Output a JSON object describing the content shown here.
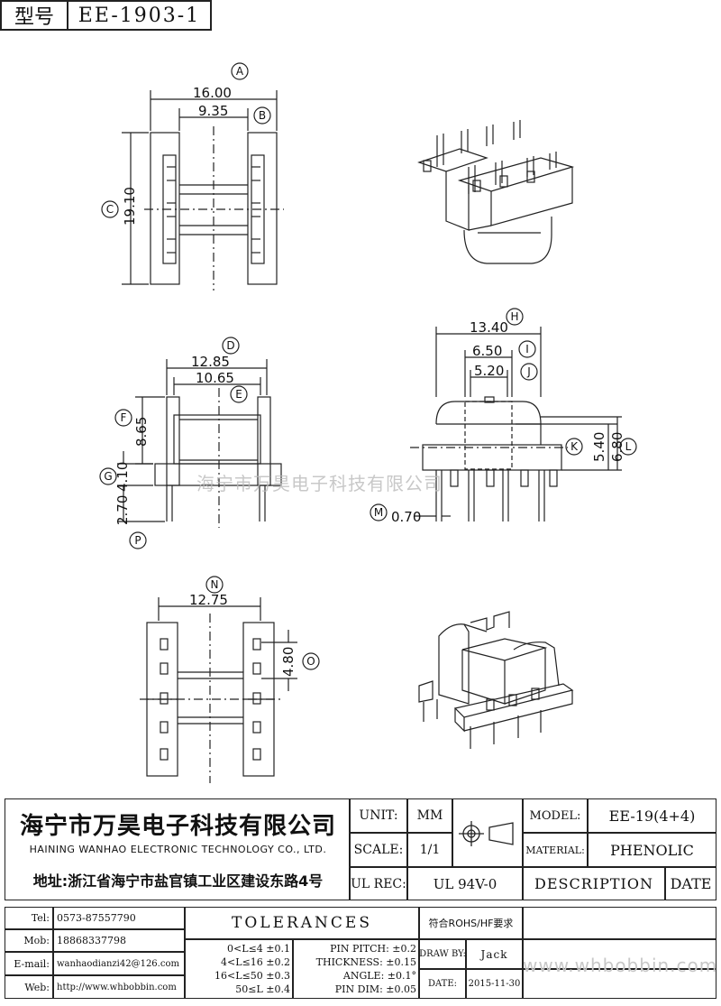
{
  "header": {
    "model_label": "型号",
    "model_value": "EE-1903-1"
  },
  "dimensions": {
    "A": "16.00",
    "B": "9.35",
    "C": "19.10",
    "D": "12.85",
    "E": "10.65",
    "F": "8.65",
    "G": "4.10",
    "P": "2.70",
    "H": "13.40",
    "I": "6.50",
    "J": "5.20",
    "K": "5.40",
    "L": "6.80",
    "M": "0.70",
    "N": "12.75",
    "O": "4.80"
  },
  "callouts": [
    "A",
    "B",
    "C",
    "D",
    "E",
    "F",
    "G",
    "P",
    "H",
    "I",
    "J",
    "K",
    "L",
    "M",
    "N",
    "O"
  ],
  "watermark": "海宁市万昊电子科技有限公司",
  "company": {
    "name_cn": "海宁市万昊电子科技有限公司",
    "name_en": "HAINING WANHAO ELECTRONIC TECHNOLOGY CO., LTD.",
    "address": "地址:浙江省海宁市盐官镇工业区建设东路4号"
  },
  "spec": {
    "unit_label": "UNIT:",
    "unit_value": "MM",
    "scale_label": "SCALE:",
    "scale_value": "1/1",
    "ulrec_label": "UL REC:",
    "ulrec_value": "UL 94V-0",
    "model_label": "MODEL:",
    "model_value": "EE-19(4+4)",
    "material_label": "MATERIAL:",
    "material_value": "PHENOLIC",
    "description_label": "DESCRIPTION",
    "date_label": "DATE"
  },
  "contact": {
    "tel_label": "Tel:",
    "tel": "0573-87557790",
    "mob_label": "Mob:",
    "mob": "18868337798",
    "email_label": "E-mail:",
    "email": "wanhaodianzi42@126.com",
    "web_label": "Web:",
    "web": "http://www.whbobbin.com"
  },
  "tolerances": {
    "title": "TOLERANCES",
    "rows": [
      "0<L≤4 ±0.1",
      "4<L≤16 ±0.2",
      "16<L≤50 ±0.3",
      "50≤L ±0.4"
    ],
    "pin": [
      "PIN PITCH: ±0.2",
      "THICKNESS: ±0.15",
      "ANGLE: ±0.1°",
      "PIN DIM: ±0.05"
    ]
  },
  "compliance": "符合ROHS/HF要求",
  "draw_by_label": "DRAW BY:",
  "draw_by": "Jack",
  "date_label2": "DATE:",
  "date": "2015-11-30",
  "site_watermark": "www.whbobbin.com"
}
